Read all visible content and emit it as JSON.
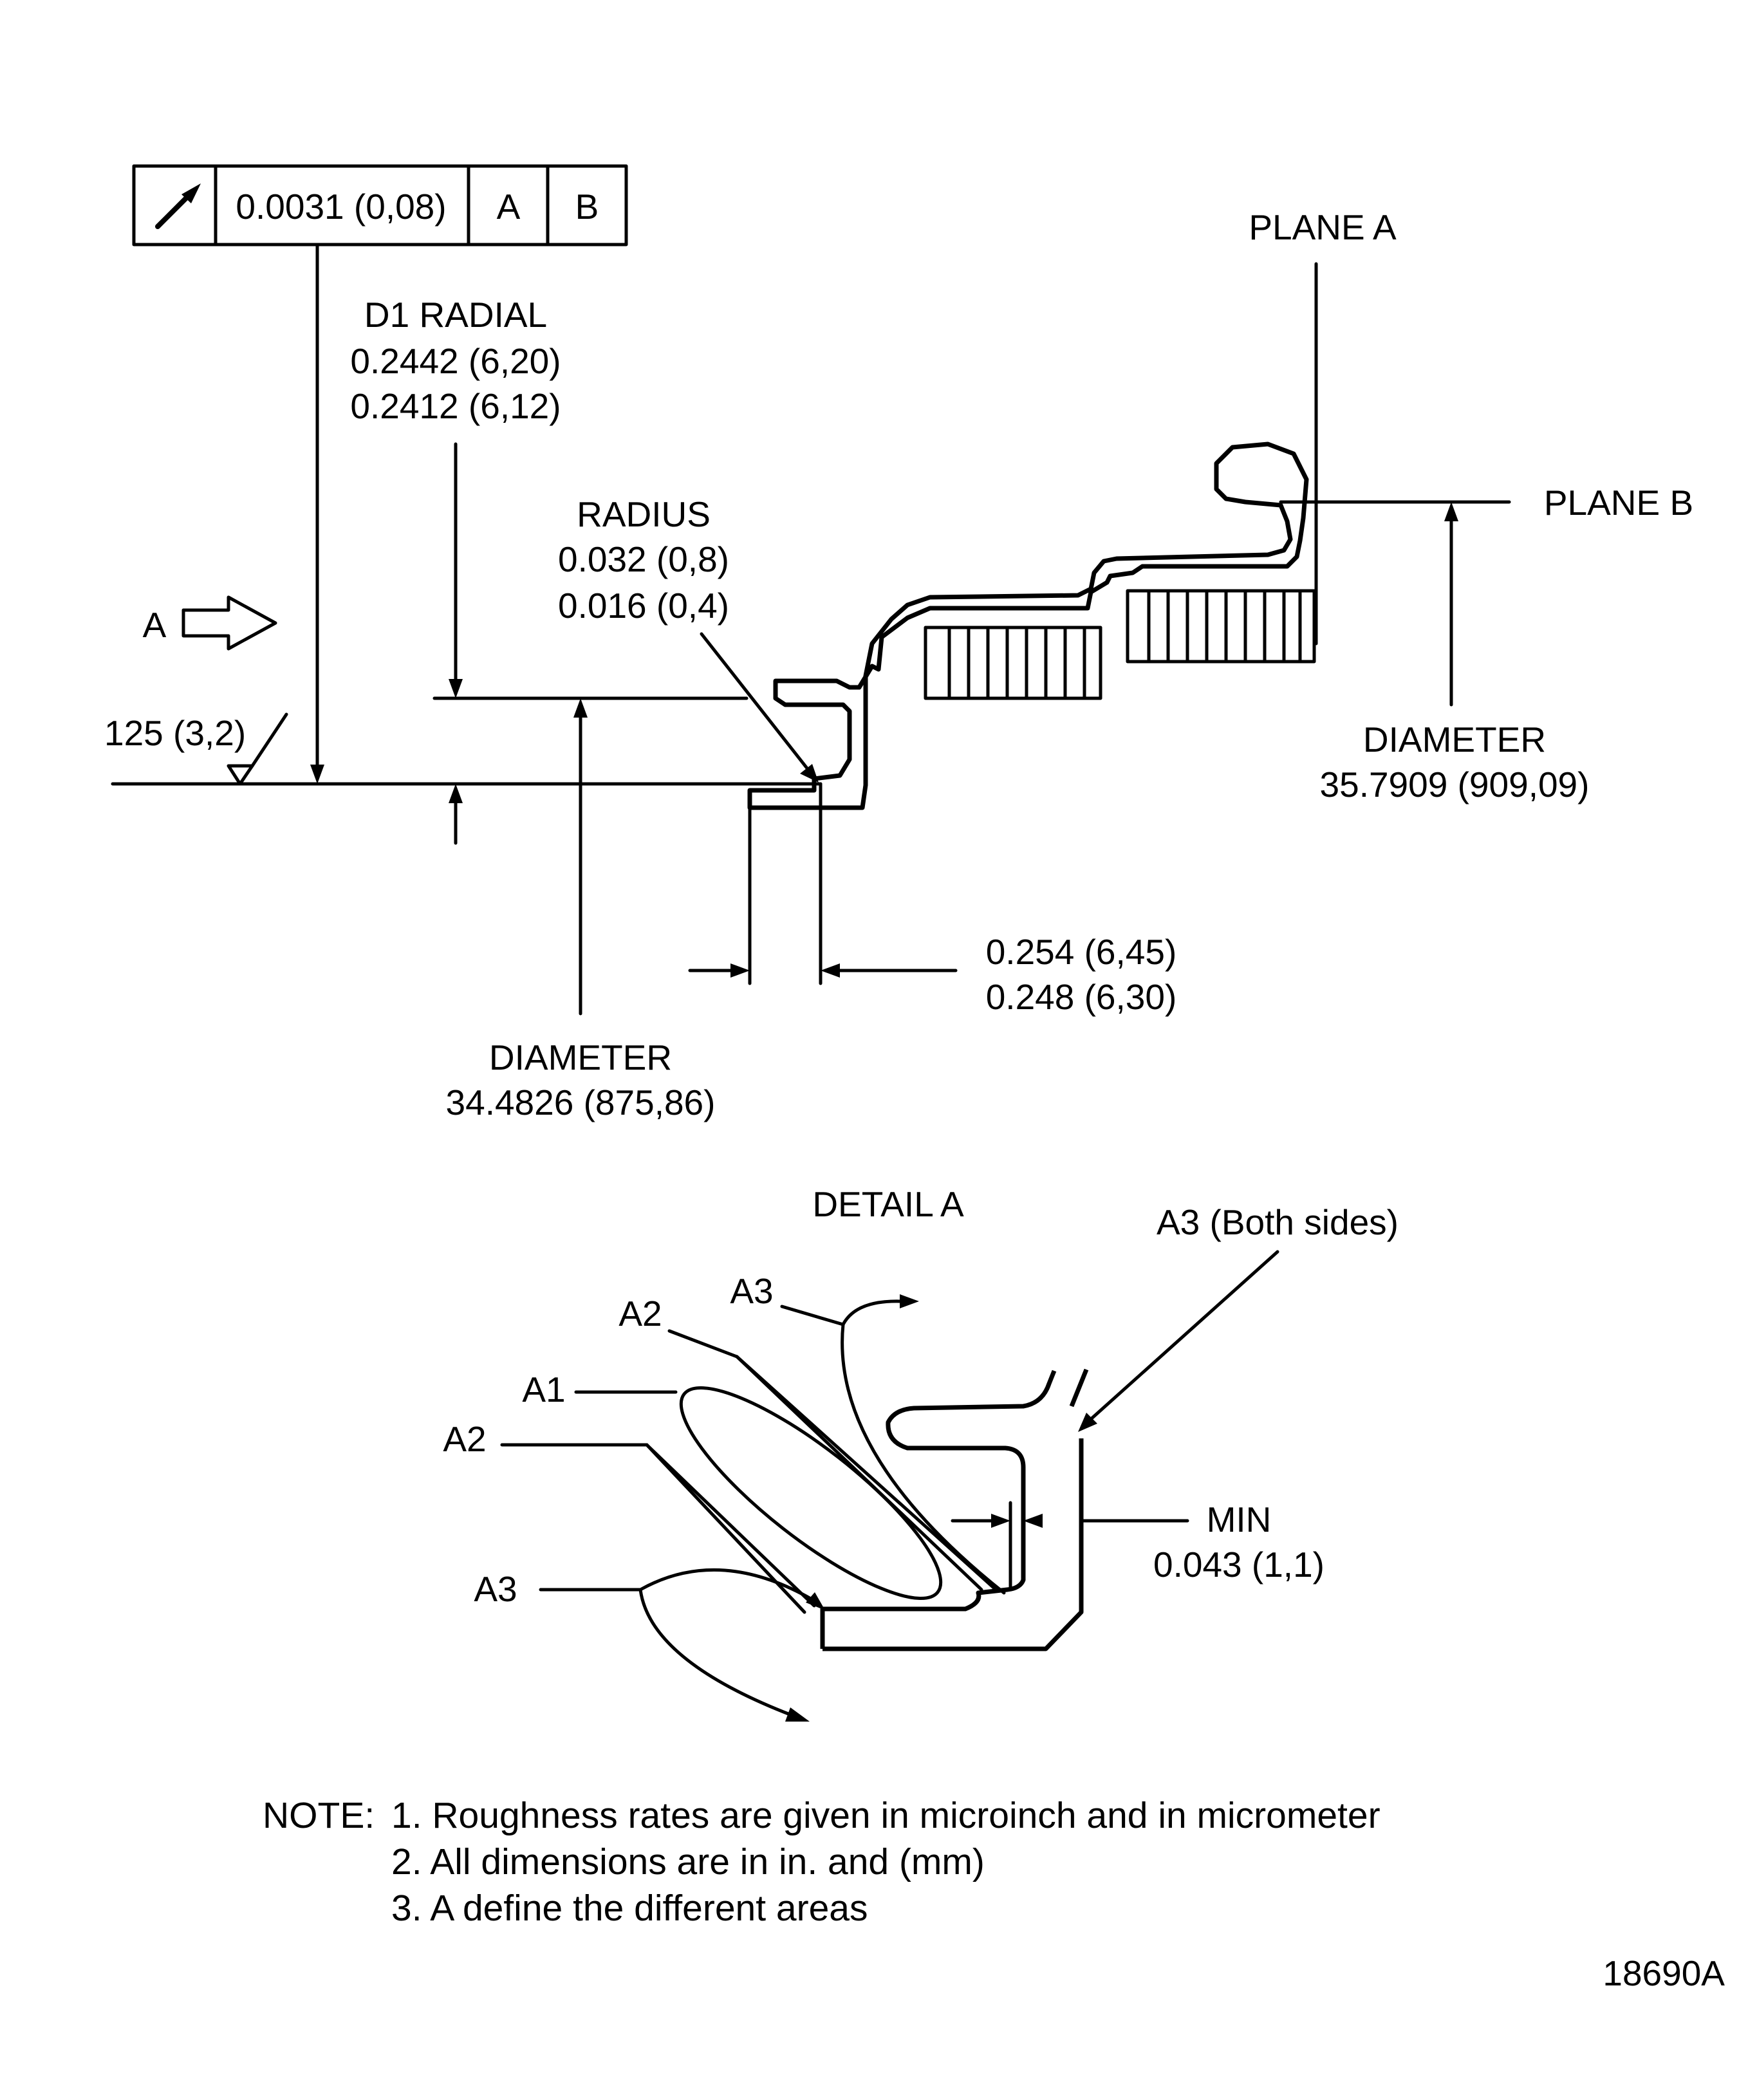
{
  "feature_control_frame": {
    "symbol": "runout-arrow-icon",
    "tolerance": "0.0031 (0,08)",
    "datum_1": "A",
    "datum_2": "B"
  },
  "labels": {
    "plane_a": "PLANE A",
    "plane_b": "PLANE B",
    "d1_radial_title": "D1 RADIAL",
    "d1_radial_max": "0.2442 (6,20)",
    "d1_radial_min": "0.2412 (6,12)",
    "radius_title": "RADIUS",
    "radius_max": "0.032 (0,8)",
    "radius_min": "0.016 (0,4)",
    "view_a": "A",
    "roughness": "125 (3,2)",
    "diameter_right_title": "DIAMETER",
    "diameter_right_value": "35.7909 (909,09)",
    "width_max": "0.254 (6,45)",
    "width_min": "0.248 (6,30)",
    "diameter_left_title": "DIAMETER",
    "diameter_left_value": "34.4826 (875,86)"
  },
  "detail_a": {
    "title": "DETAIL A",
    "a3_both_sides": "A3 (Both sides)",
    "a3_top": "A3",
    "a2_top": "A2",
    "a1": "A1",
    "a2_left": "A2",
    "a3_bottom": "A3",
    "min_title": "MIN",
    "min_value": "0.043 (1,1)"
  },
  "notes": {
    "prefix": "NOTE:",
    "items": [
      "1. Roughness rates are given in microinch and in micrometer",
      "2. All dimensions are in in. and (mm)",
      "3. A define the different areas"
    ]
  },
  "figure_id": "18690A"
}
